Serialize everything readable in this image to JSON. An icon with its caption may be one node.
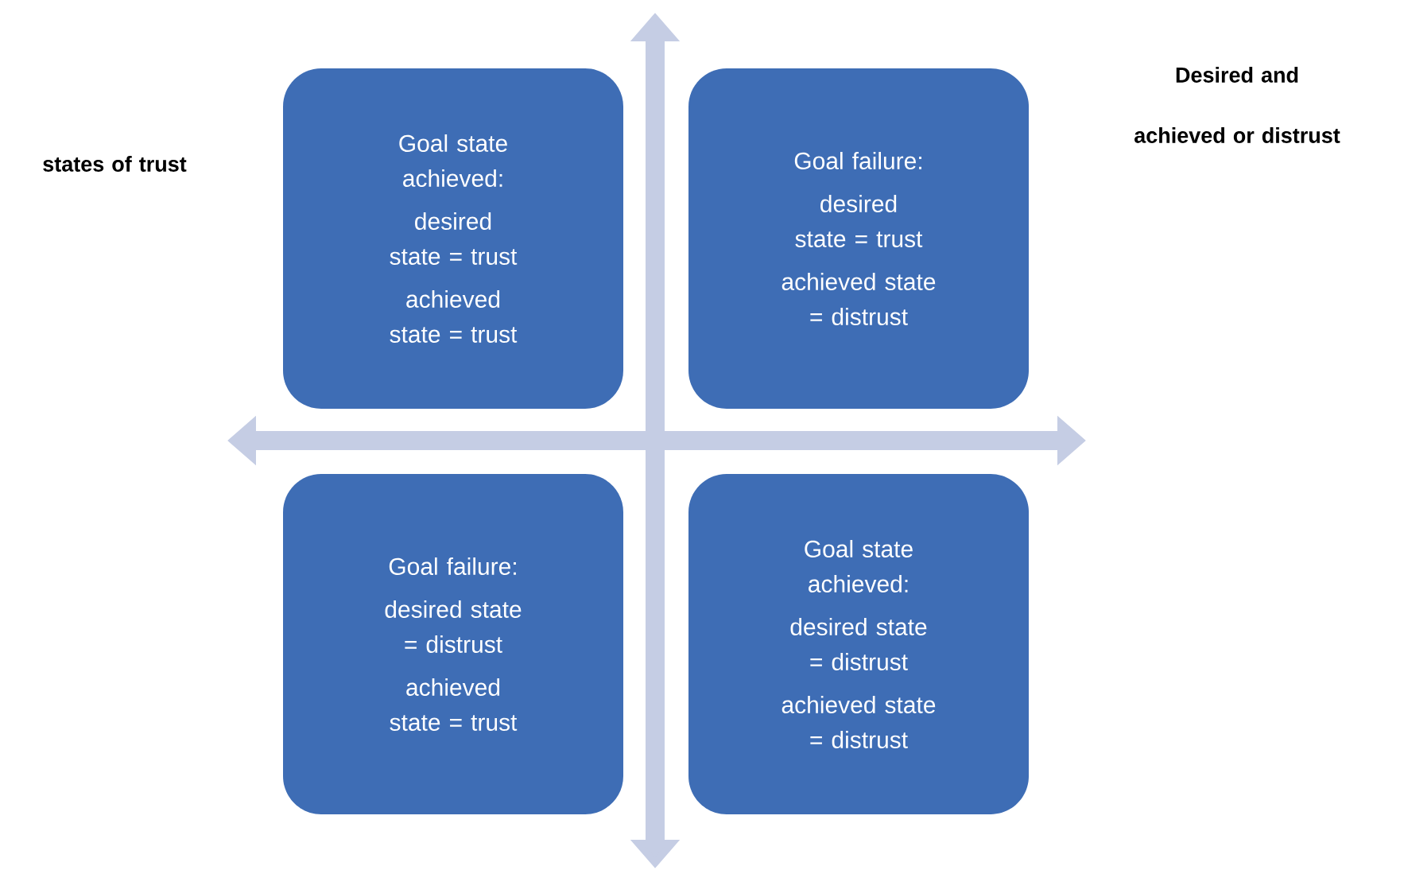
{
  "diagram": {
    "nodes": [
      {
        "text": [
          "Goal state achieved:",
          "desired state = trust",
          "achieved state = trust"
        ]
      },
      {
        "text": [
          "Goal failure:",
          "desired state = trust",
          "achieved state = distrust"
        ]
      },
      {
        "text": [
          "Goal failure:",
          "desired state = distrust",
          "achieved state = trust"
        ]
      },
      {
        "text": [
          "Goal state achieved:",
          "desired state = distrust",
          "achieved state = distrust"
        ]
      }
    ],
    "labels": [
      "Desired and achieved or distrust",
      "states of trust"
    ]
  }
}
